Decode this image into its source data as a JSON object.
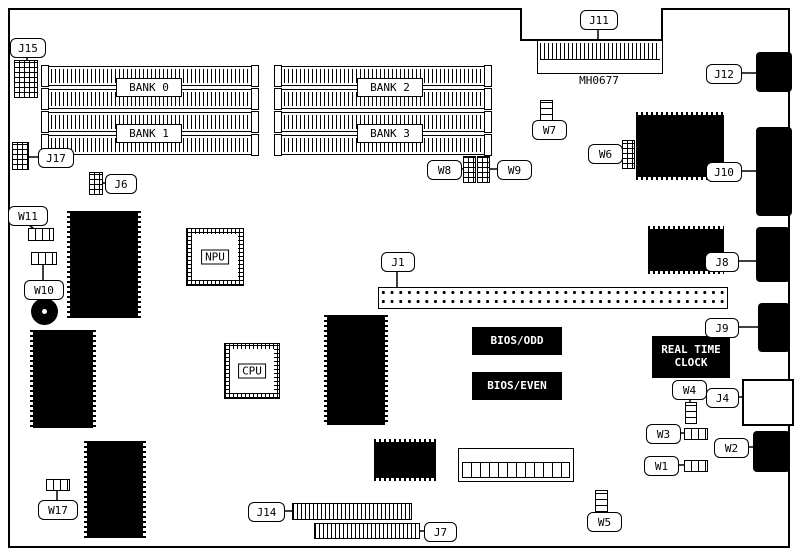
{
  "colors": {
    "line": "#000000",
    "background": "#ffffff",
    "chip_fill": "#000000",
    "text_on_chip": "#ffffff"
  },
  "banks": {
    "b0": "BANK 0",
    "b1": "BANK 1",
    "b2": "BANK 2",
    "b3": "BANK 3"
  },
  "chips": {
    "npu": "NPU",
    "cpu": "CPU",
    "bios_odd": "BIOS/ODD",
    "bios_even": "BIOS/EVEN",
    "rtc": "REAL TIME CLOCK",
    "edge": "MH0677"
  },
  "callouts": {
    "j15": "J15",
    "j17": "J17",
    "j6": "J6",
    "w11": "W11",
    "w10": "W10",
    "w17": "W17",
    "j11": "J11",
    "j12": "J12",
    "w7": "W7",
    "w6": "W6",
    "j10": "J10",
    "w8": "W8",
    "w9": "W9",
    "j8": "J8",
    "j9": "J9",
    "j1": "J1",
    "j4": "J4",
    "w4": "W4",
    "w3": "W3",
    "w2": "W2",
    "w1": "W1",
    "j14": "J14",
    "j7": "J7",
    "w5": "W5"
  }
}
